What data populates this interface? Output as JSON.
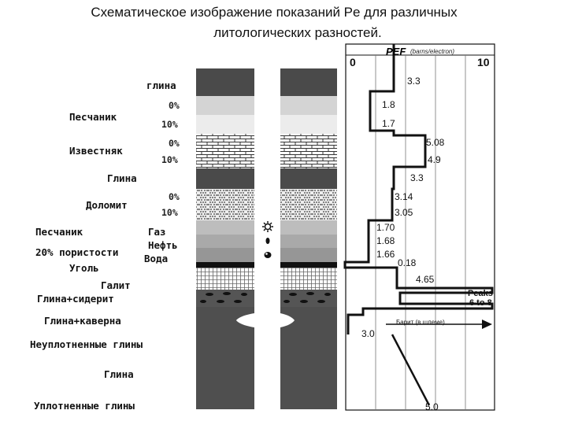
{
  "title": {
    "line1": "Схематическое изображение показаний Pe для различных",
    "line2": "литологических разностей."
  },
  "lithology_labels": {
    "clay_top": "глина",
    "sandstone": "Песчаник",
    "limestone": "Известняк",
    "clay": "Глина",
    "dolomite": "Доломит",
    "sandstone2": "Песчаник",
    "porosity": "20% пористости",
    "coal": "Уголь",
    "halite": "Галит",
    "clay_siderite": "Глина+сидерит",
    "clay_cavern": "Глина+каверна",
    "loose_clays": "Неуплотненные глины",
    "clay_low": "Глина",
    "dense_clays": "Уплотненные глины"
  },
  "fluid_labels": {
    "gas": "Газ",
    "oil": "Нефть",
    "water": "Вода"
  },
  "porosity_marks": {
    "sand_0": "0%",
    "sand_10": "10%",
    "lime_0": "0%",
    "lime_10": "10%",
    "dolo_0": "0%",
    "dolo_10": "10%"
  },
  "pef_track": {
    "header": "PEF",
    "unit": "(barns/electron)",
    "scale_min": "0",
    "scale_max": "10",
    "values": {
      "clay_top": "3.3",
      "sand_0": "1.8",
      "sand_10": "1.7",
      "lime_0": "5.08",
      "lime_10": "4.9",
      "clay": "3.3",
      "dolo_0": "3.14",
      "dolo_10": "3.05",
      "gas": "1.70",
      "oil": "1.68",
      "water": "1.66",
      "coal": "0.18",
      "halite": "4.65",
      "siderite_a": "Peaks",
      "siderite_b": "6 to 8",
      "barite_note": "Барит (в шлеме)",
      "loose": "3.0",
      "dense": "5.0"
    }
  }
}
